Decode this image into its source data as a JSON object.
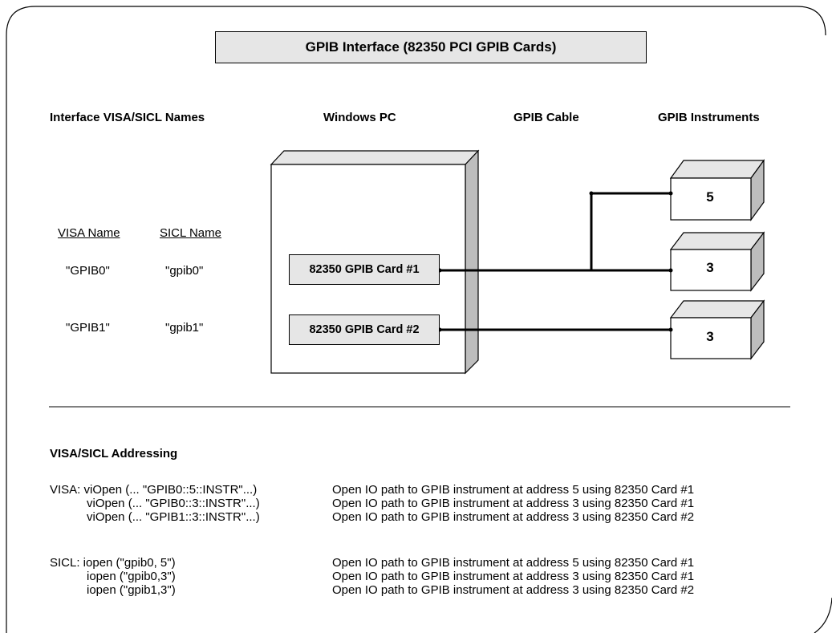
{
  "title": "GPIB Interface (82350 PCI GPIB Cards)",
  "headers": {
    "names": "Interface VISA/SICL Names",
    "pc": "Windows PC",
    "cable": "GPIB Cable",
    "instruments": "GPIB Instruments"
  },
  "columns": {
    "visa": "VISA Name",
    "sicl": "SICL Name"
  },
  "interfaces": [
    {
      "visa": "\"GPIB0\"",
      "sicl": "\"gpib0\"",
      "card": "82350 GPIB Card #1"
    },
    {
      "visa": "\"GPIB1\"",
      "sicl": "\"gpib1\"",
      "card": "82350 GPIB Card #2"
    }
  ],
  "instruments": [
    "5",
    "3",
    "3"
  ],
  "addressing": {
    "heading": "VISA/SICL Addressing",
    "visa_rows": [
      {
        "cmd": "VISA: viOpen (... \"GPIB0::5::INSTR\"...)",
        "desc": "Open IO path to GPIB instrument at address 5 using 82350 Card #1"
      },
      {
        "cmd": "viOpen (... \"GPIB0::3::INSTR\"...)",
        "desc": "Open IO path to GPIB instrument at address 3 using 82350 Card #1"
      },
      {
        "cmd": "viOpen (... \"GPIB1::3::INSTR\"...)",
        "desc": "Open IO path to GPIB instrument at address 3 using 82350 Card #2"
      }
    ],
    "sicl_rows": [
      {
        "cmd": "SICL:  iopen (\"gpib0, 5\")",
        "desc": "Open IO path to GPIB instrument at address 5 using 82350 Card #1"
      },
      {
        "cmd": "iopen (\"gpib0,3\")",
        "desc": "Open IO path to GPIB instrument at address 3 using 82350 Card #1"
      },
      {
        "cmd": "iopen (\"gpib1,3\")",
        "desc": "Open IO path to GPIB instrument at address 3 using 82350 Card #2"
      }
    ]
  },
  "colors": {
    "box_fill": "#e6e6e6",
    "box_side": "#bdbdbd",
    "line": "#000000"
  }
}
